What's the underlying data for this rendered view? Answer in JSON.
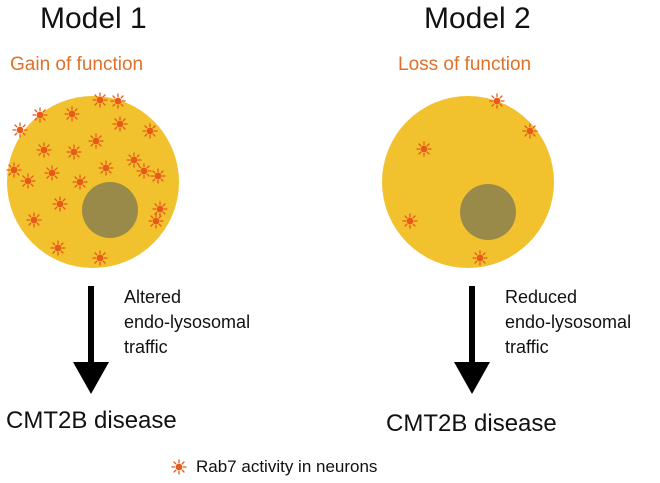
{
  "colors": {
    "cell": "#f2c12e",
    "nucleus": "#9a8a4a",
    "rab7": "#e8591a",
    "subtitle": "#e0712a",
    "arrow": "#000000"
  },
  "model1": {
    "title": "Model 1",
    "subtitle": "Gain of function",
    "arrow_label": [
      "Altered",
      "endo-lysosomal",
      "traffic"
    ],
    "outcome": "CMT2B disease",
    "rab7_level": "high"
  },
  "model2": {
    "title": "Model 2",
    "subtitle": "Loss of function",
    "arrow_label": [
      "Reduced",
      "endo-lysosomal",
      "traffic"
    ],
    "outcome": "CMT2B disease",
    "rab7_level": "low"
  },
  "legend": {
    "icon": "rab7-star-icon",
    "label": "Rab7 activity in neurons"
  }
}
